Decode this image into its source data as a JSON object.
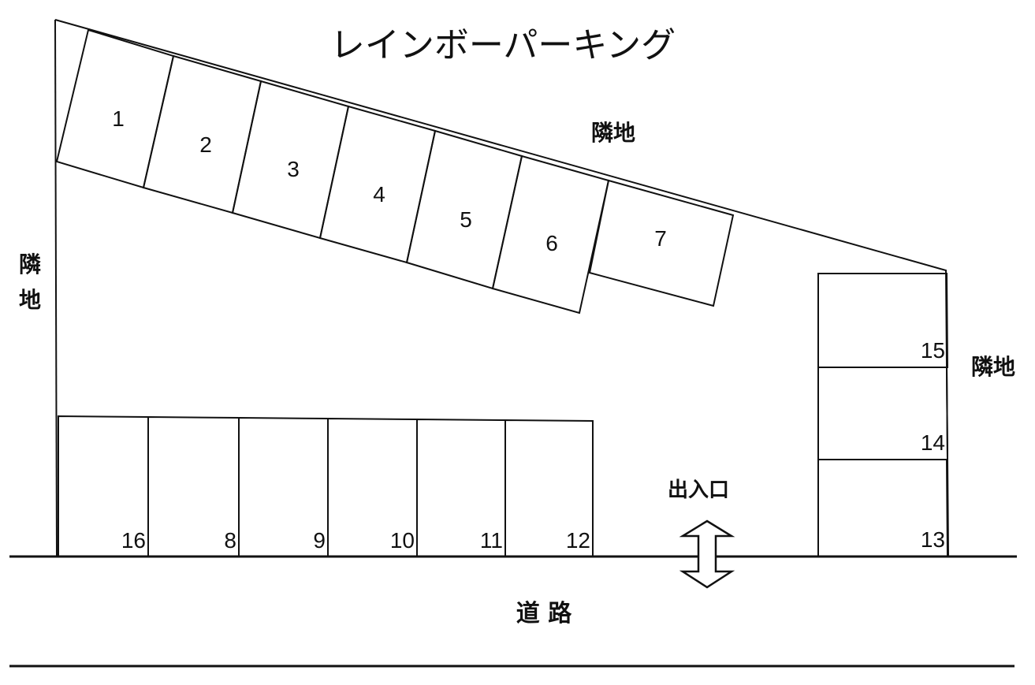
{
  "title": "レインボーパーキング",
  "labels": {
    "neighbor_top": "隣地",
    "neighbor_left_1": "隣",
    "neighbor_left_2": "地",
    "neighbor_right": "隣地",
    "entrance": "出入口",
    "road": "道 路"
  },
  "spaces": {
    "angled_row": [
      "1",
      "2",
      "3",
      "4",
      "5",
      "6",
      "7"
    ],
    "bottom_row": [
      "16",
      "8",
      "9",
      "10",
      "11",
      "12"
    ],
    "right_column": [
      "15",
      "14",
      "13"
    ]
  },
  "icons": {
    "entrance_arrow": "double-vertical-arrow-icon"
  }
}
